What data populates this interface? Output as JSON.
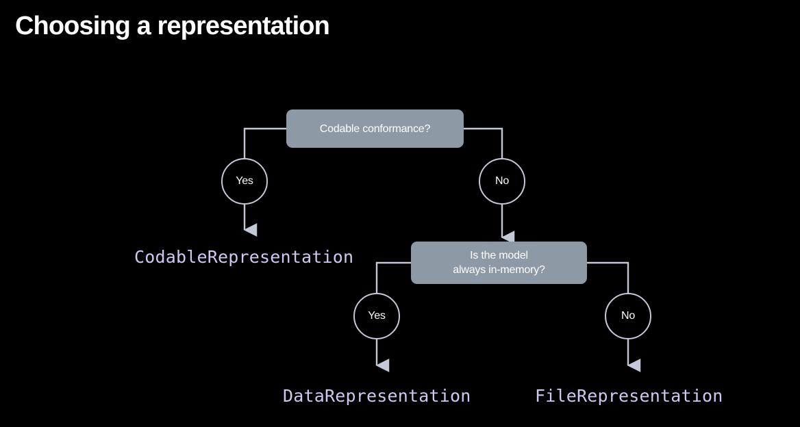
{
  "slide": {
    "title": "Choosing a representation",
    "background_color": "#000000",
    "title_color": "#ffffff"
  },
  "theme": {
    "box_fill": "#8e99a6",
    "box_text_color": "#ffffff",
    "edge_color": "#c3c9d6",
    "circle_stroke": "#c3c9d6",
    "circle_text_color": "#ffffff",
    "code_text_color": "#d2c6f2"
  },
  "diagram": {
    "type": "decision-tree",
    "decisions": [
      {
        "id": "codable-conformance",
        "question": "Codable conformance?",
        "lines": [
          "Codable conformance?"
        ]
      },
      {
        "id": "always-in-memory",
        "question": "Is the model always in-memory?",
        "lines": [
          "Is the model",
          "always in-memory?"
        ]
      }
    ],
    "branches": [
      {
        "id": "yes-1",
        "label": "Yes",
        "from": "codable-conformance",
        "to": "CodableRepresentation"
      },
      {
        "id": "no-1",
        "label": "No",
        "from": "codable-conformance",
        "to": "always-in-memory"
      },
      {
        "id": "yes-2",
        "label": "Yes",
        "from": "always-in-memory",
        "to": "DataRepresentation"
      },
      {
        "id": "no-2",
        "label": "No",
        "from": "always-in-memory",
        "to": "FileRepresentation"
      }
    ],
    "outcomes": [
      {
        "id": "codable-representation",
        "label": "CodableRepresentation"
      },
      {
        "id": "data-representation",
        "label": "DataRepresentation"
      },
      {
        "id": "file-representation",
        "label": "FileRepresentation"
      }
    ]
  }
}
